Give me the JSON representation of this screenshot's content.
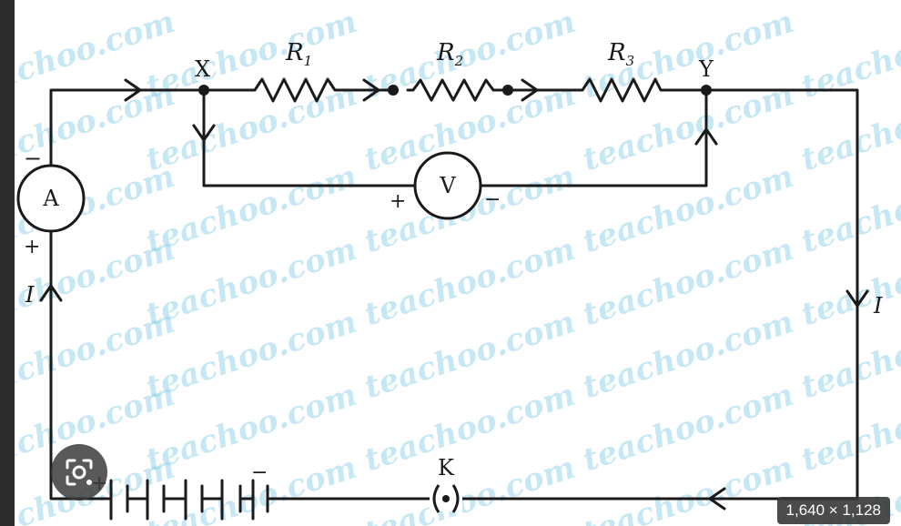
{
  "watermark": {
    "text": "teachoo.com"
  },
  "labels": {
    "node_x": "X",
    "node_y": "Y",
    "r1_main": "R",
    "r1_sub": "1",
    "r2_main": "R",
    "r2_sub": "2",
    "r3_main": "R",
    "r3_sub": "3",
    "ammeter": "A",
    "ammeter_minus": "−",
    "ammeter_plus": "+",
    "voltmeter": "V",
    "voltmeter_plus": "+",
    "voltmeter_minus": "−",
    "current_left": "I",
    "current_right": "I",
    "key": "K",
    "battery_plus": "+",
    "battery_minus": "−"
  },
  "overlay": {
    "image_size": "1,640 × 1,128",
    "lens_icon": "google-lens-icon"
  },
  "colors": {
    "wire": "#1a1a1a",
    "watermark": "#8ed1ea",
    "background": "#ffffff"
  }
}
